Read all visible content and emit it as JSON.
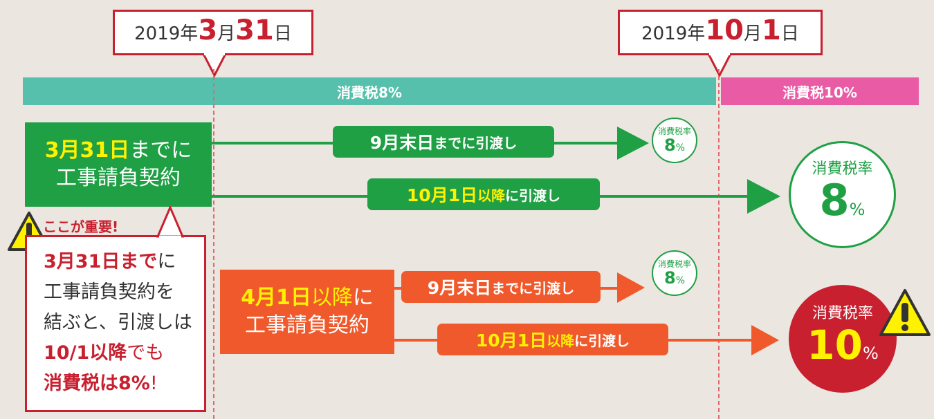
{
  "dates": {
    "d1": {
      "year": "2019年",
      "month": "3",
      "month_unit": "月",
      "day": "31",
      "day_unit": "日"
    },
    "d2": {
      "year": "2019年",
      "month": "10",
      "month_unit": "月",
      "day": "1",
      "day_unit": "日"
    }
  },
  "bands": {
    "tax8": "消費税8%",
    "tax10": "消費税10%"
  },
  "green_box": {
    "date": "3月31日",
    "until": "までに",
    "line2": "工事請負契約"
  },
  "orange_box": {
    "date": "4月1日",
    "after": "以降",
    "ni": "に",
    "line2": "工事請負契約"
  },
  "pills": {
    "g1": {
      "strong": "9月末日",
      "rest": "までに引渡し"
    },
    "g2": {
      "strong": "10月1日",
      "after": "以降",
      "rest": "に引渡し"
    },
    "o1": {
      "strong": "9月末日",
      "rest": "までに引渡し"
    },
    "o2": {
      "strong": "10月1日",
      "after": "以降",
      "rest": "に引渡し"
    }
  },
  "circles": {
    "small_g": {
      "label": "消費税率",
      "num": "8",
      "unit": "%"
    },
    "big_g": {
      "label": "消費税率",
      "num": "8",
      "unit": "%"
    },
    "small_o": {
      "label": "消費税率",
      "num": "8",
      "unit": "%"
    },
    "big_r": {
      "label": "消費税率",
      "num": "10",
      "unit": "%"
    }
  },
  "note": {
    "heading": "ここが重要!",
    "l1a": "3月31日まで",
    "l1b": "に",
    "l2": "工事請負契約を",
    "l3": "結ぶと、引渡しは",
    "l4a": "10/1以降",
    "l4b": "でも",
    "l5a": "消費税は8%",
    "l5b": "!"
  },
  "colors": {
    "teal": "#56c0ad",
    "pink": "#ea5ba5",
    "green": "#1fa045",
    "orange": "#f0592b",
    "red": "#c8202f",
    "yellow": "#fff200"
  }
}
